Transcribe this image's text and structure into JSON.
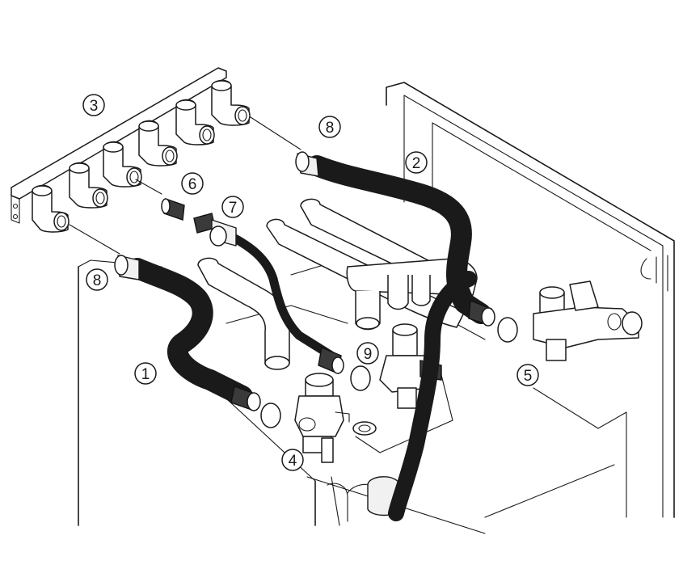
{
  "figure": {
    "callouts": [
      {
        "id": "c1",
        "label": "1"
      },
      {
        "id": "c2",
        "label": "2"
      },
      {
        "id": "c3",
        "label": "3"
      },
      {
        "id": "c4",
        "label": "4"
      },
      {
        "id": "c5",
        "label": "5"
      },
      {
        "id": "c6",
        "label": "6"
      },
      {
        "id": "c7",
        "label": "7"
      },
      {
        "id": "c8a",
        "label": "8"
      },
      {
        "id": "c8b",
        "label": "8"
      },
      {
        "id": "c9",
        "label": "9"
      }
    ]
  }
}
